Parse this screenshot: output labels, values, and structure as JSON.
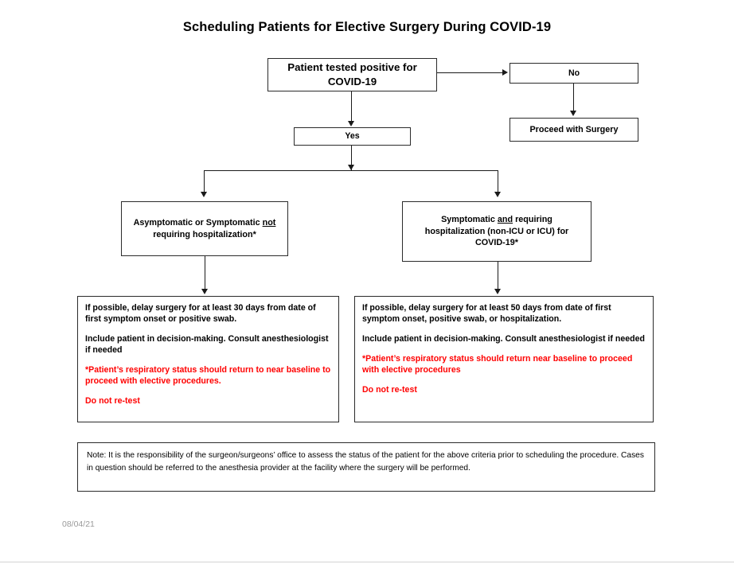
{
  "document": {
    "title": "Scheduling Patients for Elective Surgery During COVID-19",
    "date_stamp": "08/04/21"
  },
  "colors": {
    "warning_text": "#FF0000",
    "box_border": "#2B2B2B",
    "connector": "#1A1A1A",
    "date_stamp": "#9A9A9A"
  },
  "flowchart": {
    "type": "decision-flowchart",
    "nodes": {
      "root": {
        "id": "patient-tested-positive",
        "label": "Patient tested positive for COVID-19"
      },
      "branch_no": {
        "id": "no",
        "label": "No"
      },
      "proceed": {
        "id": "proceed-with-surgery",
        "label": "Proceed with Surgery"
      },
      "branch_yes": {
        "id": "yes",
        "label": "Yes"
      },
      "asymptomatic": {
        "id": "asymptomatic-or-symptomatic-not-hospitalized",
        "line1_pre": "Asymptomatic or Symptomatic ",
        "line1_underlined": "not",
        "line2": "requiring hospitalization*"
      },
      "symptomatic": {
        "id": "symptomatic-and-requiring-hospitalization",
        "line1_pre": "Symptomatic ",
        "line1_underlined": "and",
        "line1_post": " requiring",
        "line2": "hospitalization (non-ICU or ICU) for",
        "line3": "COVID-19*"
      },
      "detail_left": {
        "id": "detail-non-hospitalized",
        "paragraph1": "If possible, delay surgery for at least 30 days from date of first symptom onset or positive swab.",
        "paragraph2": "Include patient in decision-making. Consult anesthesiologist if needed",
        "paragraph3": "*Patient’s respiratory status should return to near baseline to proceed with elective procedures.",
        "paragraph4": "Do not re-test"
      },
      "detail_right": {
        "id": "detail-hospitalized",
        "paragraph1": "If possible, delay surgery for at least 50 days from date of first symptom onset, positive swab, or hospitalization.",
        "paragraph2": "Include patient in decision-making. Consult anesthesiologist if needed",
        "paragraph3": "*Patient’s respiratory status should return near baseline to proceed with elective procedures",
        "paragraph4": "Do not re-test"
      },
      "note": {
        "id": "responsibility-note",
        "text": "Note:  It is the responsibility of the surgeon/surgeons’ office to assess the status of the patient for the above criteria prior to scheduling the procedure.  Cases in question should be referred to the anesthesia provider at the facility where the surgery will be performed."
      }
    }
  }
}
